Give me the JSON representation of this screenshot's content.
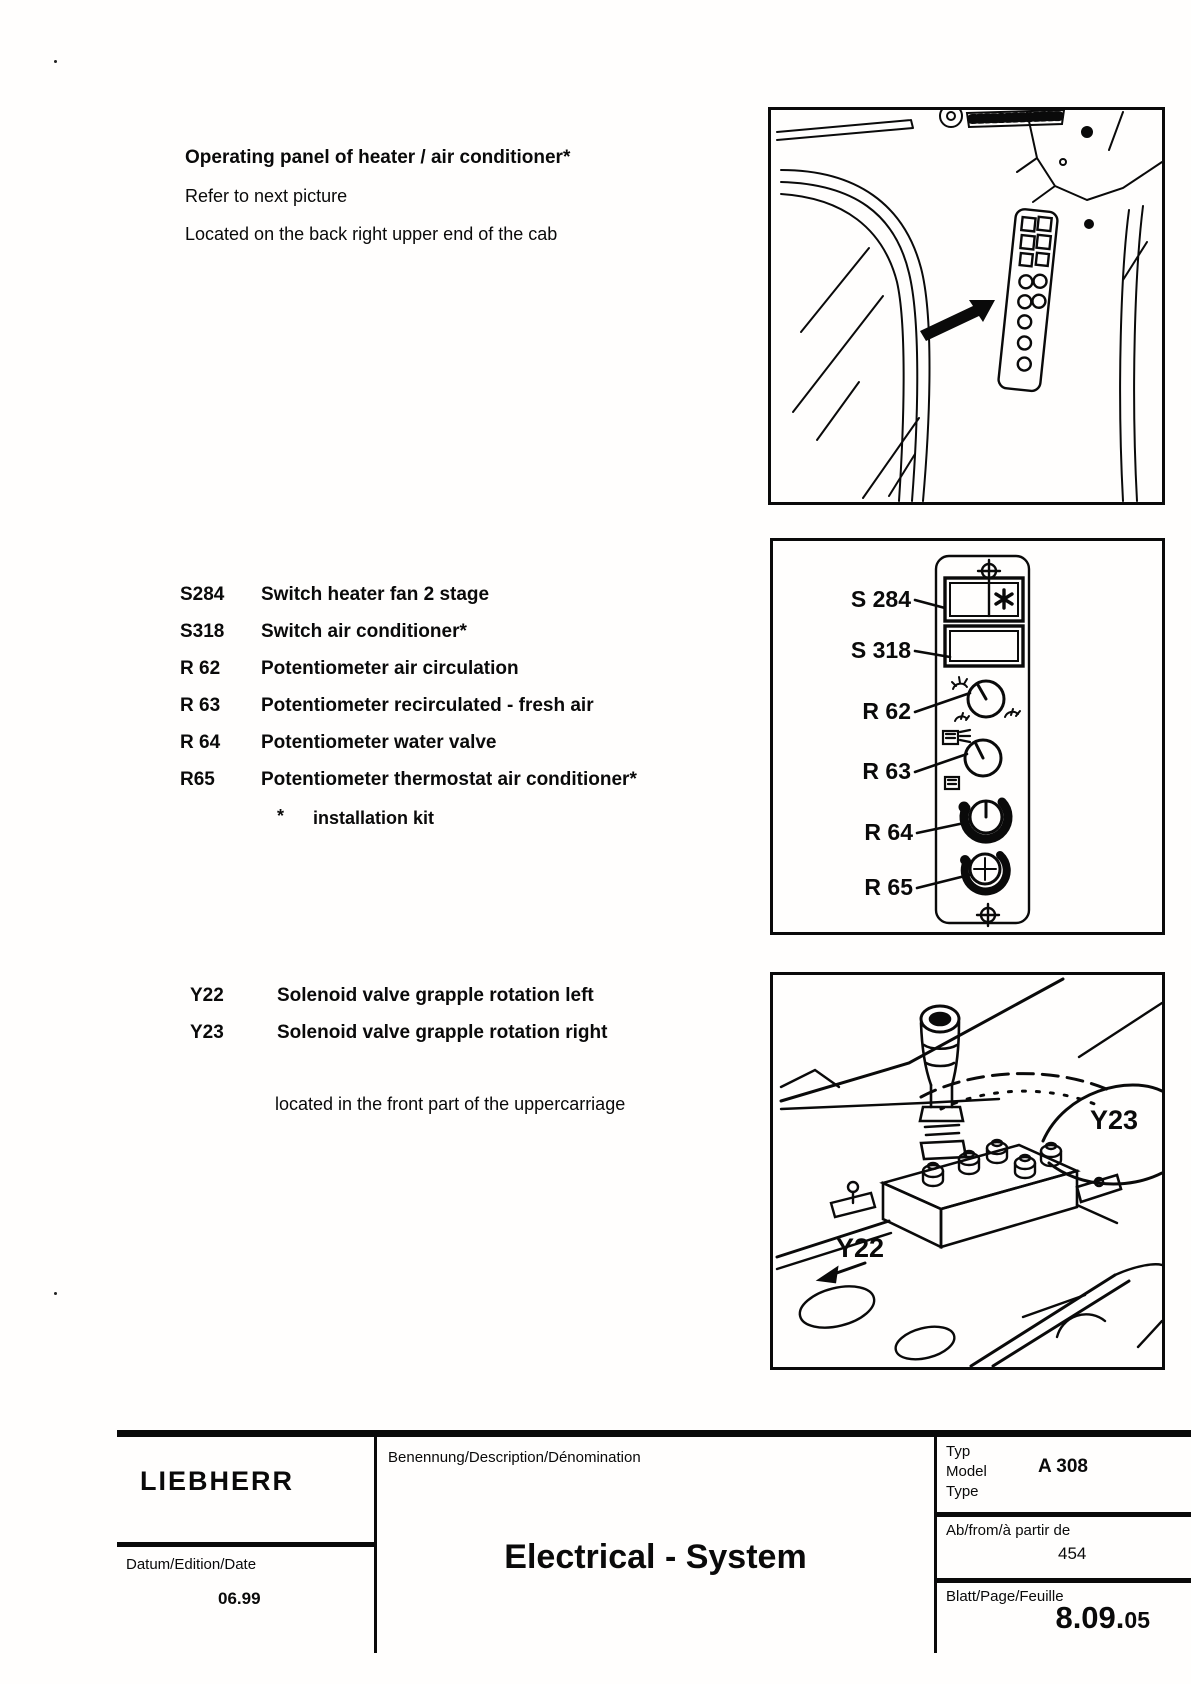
{
  "colors": {
    "ink": "#0a0a0a",
    "paper": "#fffefd"
  },
  "intro": {
    "title": "Operating panel of heater / air conditioner*",
    "line2": "Refer to next picture",
    "line3": "Located on the back right upper end of the cab"
  },
  "components": [
    {
      "id": "S284",
      "desc": "Switch heater fan 2 stage"
    },
    {
      "id": "S318",
      "desc": "Switch air conditioner*"
    },
    {
      "id": "R 62",
      "desc": "Potentiometer air circulation"
    },
    {
      "id": "R 63",
      "desc": "Potentiometer recirculated - fresh air"
    },
    {
      "id": "R 64",
      "desc": "Potentiometer water valve"
    },
    {
      "id": "R65",
      "desc": "Potentiometer thermostat air conditioner*"
    }
  ],
  "note": {
    "star": "*",
    "text": "installation kit"
  },
  "solenoids": [
    {
      "id": "Y22",
      "desc": "Solenoid valve grapple rotation left"
    },
    {
      "id": "Y23",
      "desc": "Solenoid valve grapple rotation right"
    }
  ],
  "location_note": "located in the front part of the uppercarriage",
  "panel_labels": {
    "s284": "S 284",
    "s318": "S 318",
    "r62": "R 62",
    "r63": "R 63",
    "r64": "R 64",
    "r65": "R 65"
  },
  "figure_labels": {
    "y22": "Y22",
    "y23": "Y23"
  },
  "footer": {
    "brand": "LIEBHERR",
    "benennung_label": "Benennung/Description/Dénomination",
    "doc_title": "Electrical - System",
    "typ_label_1": "Typ",
    "typ_label_2": "Model",
    "typ_label_3": "Type",
    "model_value": "A 308",
    "ab_label": "Ab/from/à partir de",
    "ab_value": "454",
    "blatt_label": "Blatt/Page/Feuille",
    "page_main": "8.09.",
    "page_sub": "05",
    "datum_label": "Datum/Edition/Date",
    "datum_value": "06.99"
  }
}
